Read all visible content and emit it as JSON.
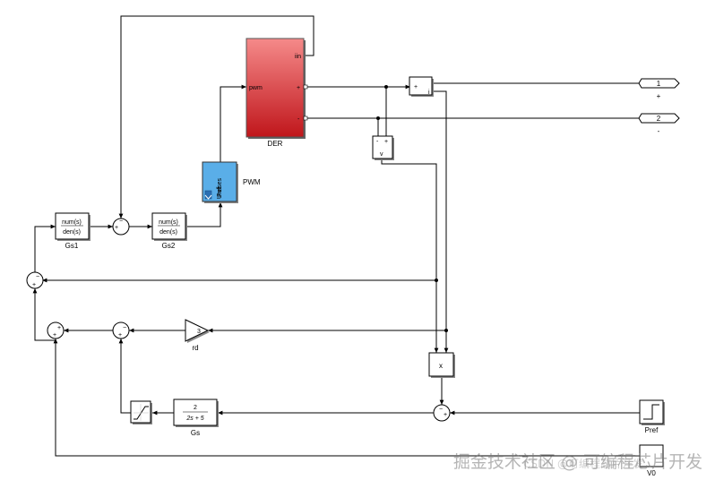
{
  "blocks": {
    "der": {
      "label": "DER",
      "port_in": "pwm",
      "port_iin": "iin",
      "port_plus": "+",
      "port_minus": "-"
    },
    "pwm": {
      "label": "PWM",
      "port_uref": "Uref",
      "port_pulses": "Pulses"
    },
    "gs1": {
      "label": "Gs1",
      "num": "num(s)",
      "den": "den(s)"
    },
    "gs2": {
      "label": "Gs2",
      "num": "num(s)",
      "den": "den(s)"
    },
    "gs": {
      "label": "Gs",
      "num": "2",
      "den": "2s + 5"
    },
    "rd": {
      "label": "rd",
      "gain": "3"
    },
    "product": {
      "label": "x"
    },
    "pref": {
      "label": "Pref"
    },
    "v0": {
      "label": "V0"
    },
    "vmeas": {
      "plus": "+",
      "minus": "-",
      "v": "v"
    },
    "imeas": {
      "plus": "+",
      "i": "i"
    }
  },
  "outports": [
    {
      "num": "1",
      "label": "+"
    },
    {
      "num": "2",
      "label": "-"
    }
  ],
  "signs": {
    "plus": "+",
    "minus": "−"
  },
  "watermark": "掘金技术社区 @ 可编程芯片开发",
  "watermark_sub": "CSDN @可编程芯片开发",
  "colors": {
    "der_top": "#f07a7a",
    "der_bottom": "#c51a1a",
    "pwm_fill": "#5aaee8",
    "wire": "#000000"
  }
}
